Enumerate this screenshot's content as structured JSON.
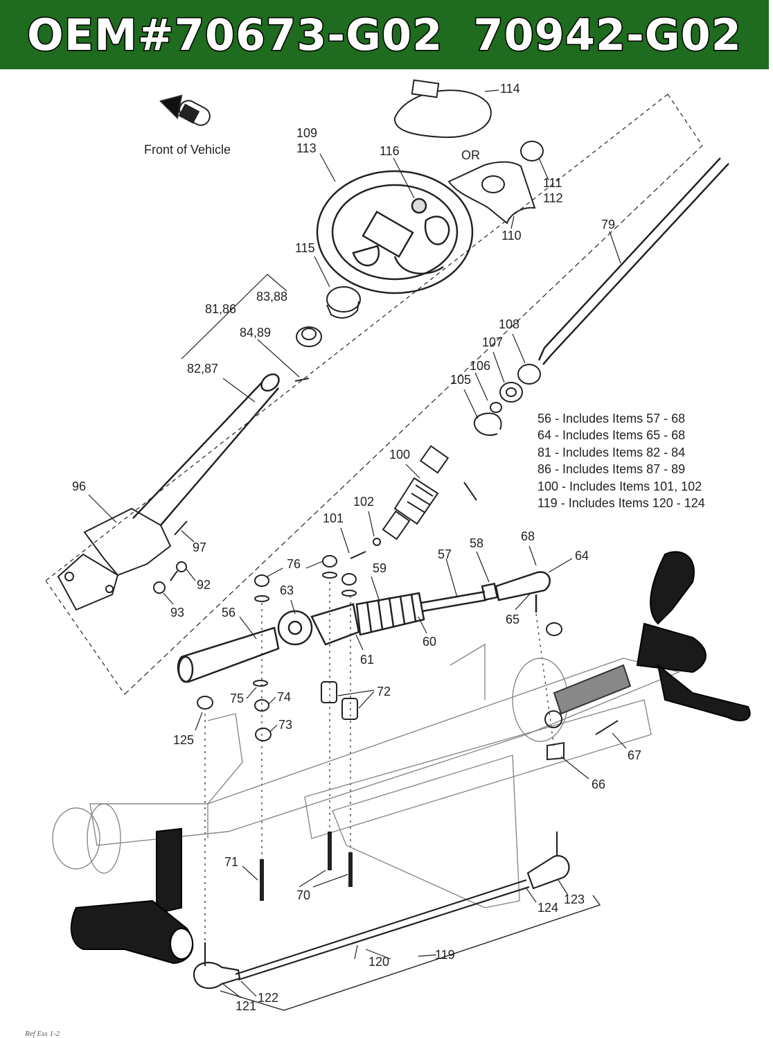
{
  "banner": {
    "part1": "OEM#70673-G02",
    "part2": "70942-G02",
    "bg_color": "#1f6b1f",
    "text_color": "#ffffff"
  },
  "orientation": {
    "label": "Front of Vehicle",
    "icon": "arrow-icon"
  },
  "or_label": "OR",
  "callouts": [
    "114",
    "109",
    "113",
    "116",
    "111",
    "112",
    "110",
    "79",
    "115",
    "81,86",
    "83,88",
    "84,89",
    "82,87",
    "108",
    "107",
    "106",
    "105",
    "100",
    "102",
    "101",
    "96",
    "97",
    "92",
    "93",
    "76",
    "63",
    "59",
    "57",
    "58",
    "68",
    "64",
    "65",
    "56",
    "60",
    "61",
    "75",
    "74",
    "72",
    "73",
    "125",
    "67",
    "66",
    "71",
    "70",
    "124",
    "123",
    "120",
    "119",
    "121",
    "122"
  ],
  "notes": [
    "56 - Includes Items 57 - 68",
    "64 - Includes Items 65 - 68",
    "81 - Includes Items 82 - 84",
    "86 - Includes Items 87 - 89",
    "100 - Includes Items 101, 102",
    "119 - Includes Items 120 - 124"
  ],
  "reference": "Ref Ess 1-2"
}
